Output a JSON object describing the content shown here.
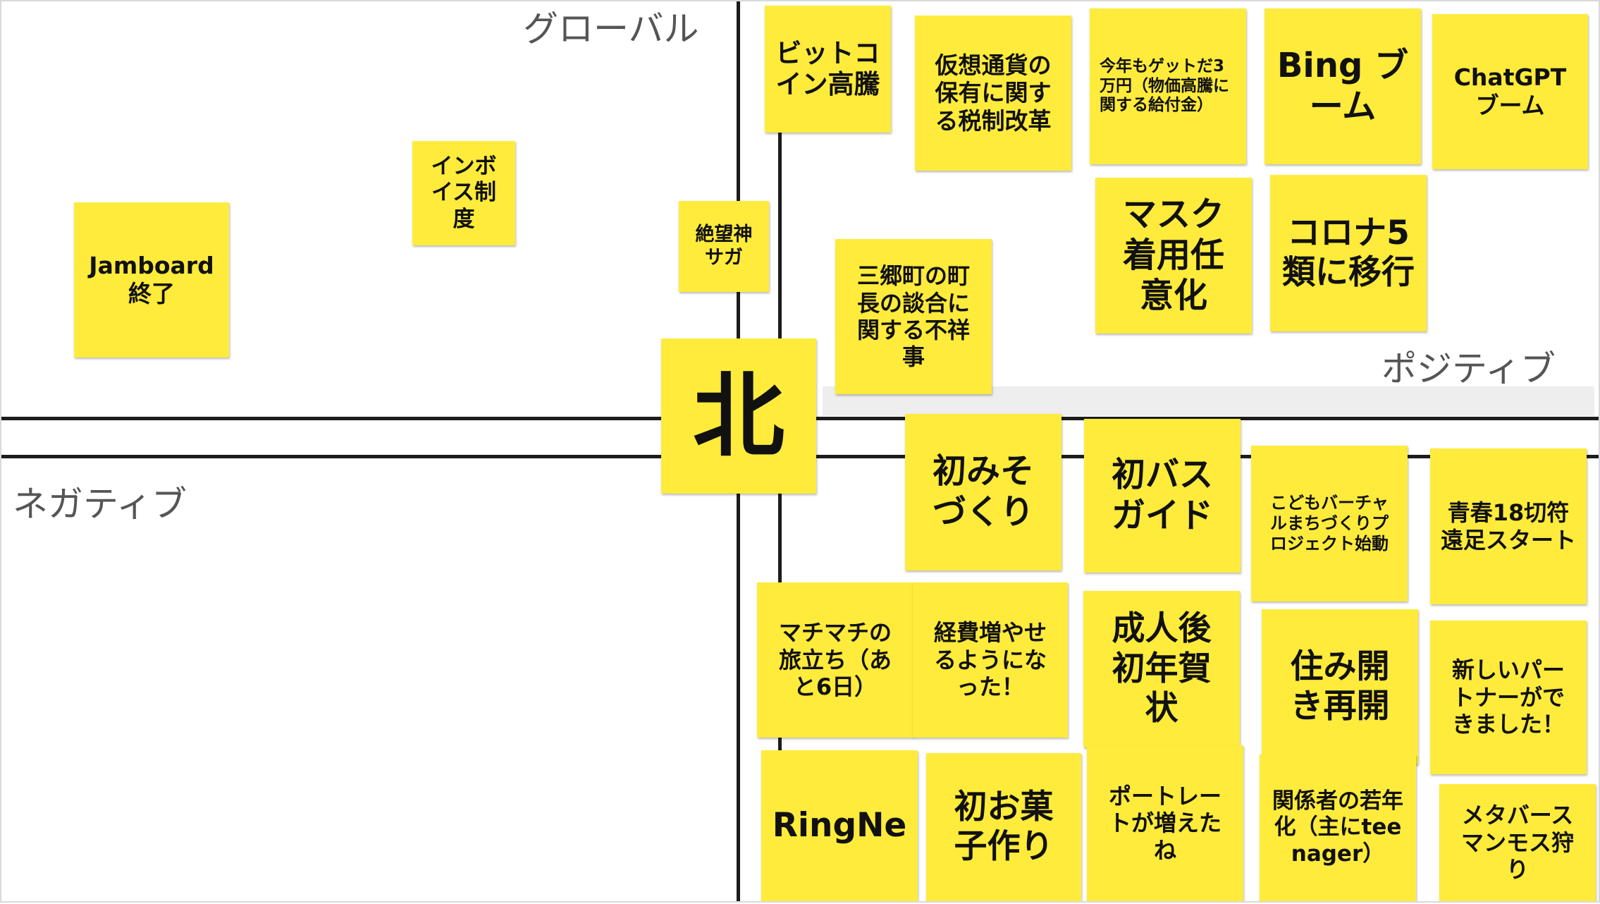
{
  "axes": {
    "top": "グローバル",
    "right": "ポジティブ",
    "left": "ネガティブ"
  },
  "colors": {
    "note": "#ffeb3b",
    "line": "#1c1c1c",
    "axis_text": "#555555"
  },
  "center": {
    "label": "北"
  },
  "notes": {
    "jamboard": "Jamboard 終了",
    "invoice": "インボイス制度",
    "zetsubou": "絶望神サガ",
    "bitcoin": "ビットコイン高騰",
    "crypto_tax": "仮想通貨の保有に関する税制改革",
    "benefit": "今年もゲットだ3万円（物価高騰に関する給付金）",
    "bing": "Bing ブーム",
    "chatgpt": "ChatGPT ブーム",
    "mask": "マスク着用任意化",
    "corona": "コロナ5類に移行",
    "misato": "三郷町の町長の談合に関する不祥事",
    "miso": "初みそづくり",
    "bus": "初バスガイド",
    "virtual_town": "こどもバーチャルまちづくりプロジェクト始動",
    "seishun": "青春18切符遠足スタート",
    "machimachi": "マチマチの旅立ち（あと6日）",
    "expenses": "経費増やせるようになった！",
    "nengajo": "成人後初年賀状",
    "sumibiraki": "住み開き再開",
    "partner": "新しいパートナーができました！",
    "ringne": "RingNe",
    "okashi": "初お菓子作り",
    "portrait": "ポートレートが増えたね",
    "teenager": "関係者の若年化（主にteenager）",
    "metaverse": "メタバースマンモス狩り"
  }
}
